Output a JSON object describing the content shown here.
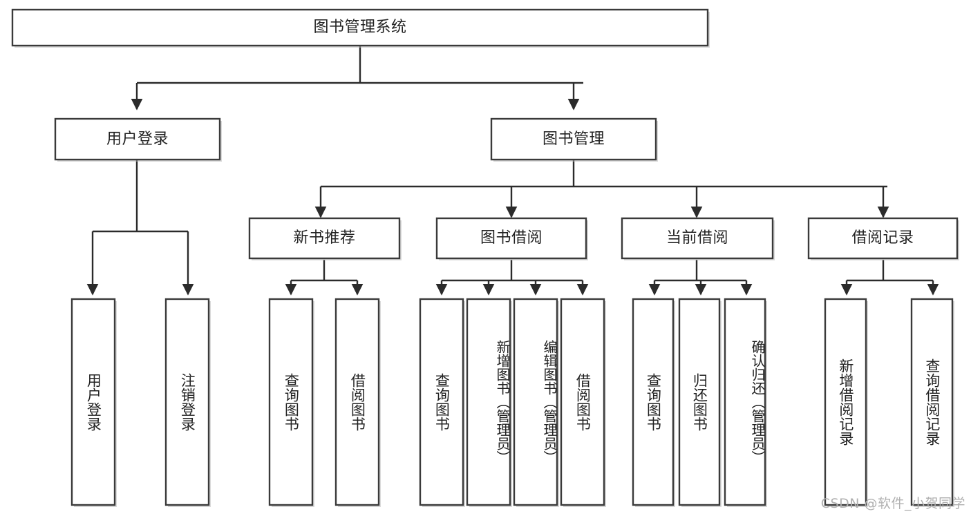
{
  "diagram": {
    "type": "tree-hierarchy",
    "title": "图书管理系统",
    "watermark": "CSDN @软件_小贺同学",
    "colors": {
      "box_fill": "#ffffff",
      "box_stroke": "#3a3a3a",
      "connector": "#2b2b2b",
      "text": "#222222",
      "watermark": "#b0b0b0",
      "background": "#ffffff"
    },
    "levels": {
      "root": "图书管理系统",
      "level2": [
        "用户登录",
        "图书管理"
      ],
      "level3": [
        "新书推荐",
        "图书借阅",
        "当前借阅",
        "借阅记录"
      ]
    },
    "nodes": {
      "root": {
        "label": "图书管理系统"
      },
      "user_login": {
        "label": "用户登录"
      },
      "book_manage": {
        "label": "图书管理"
      },
      "new_book_rec": {
        "label": "新书推荐"
      },
      "book_borrow": {
        "label": "图书借阅"
      },
      "current_borrow": {
        "label": "当前借阅"
      },
      "borrow_record": {
        "label": "借阅记录"
      }
    },
    "leaves": {
      "user_login": [
        {
          "label": "用户登录"
        },
        {
          "label": "注销登录"
        }
      ],
      "new_book_rec": [
        {
          "label": "查询图书"
        },
        {
          "label": "借阅图书"
        }
      ],
      "book_borrow": [
        {
          "label": "查询图书"
        },
        {
          "label": "新增图书（管理员）"
        },
        {
          "label": "编辑图书（管理员）"
        },
        {
          "label": "借阅图书"
        }
      ],
      "current_borrow": [
        {
          "label": "查询图书"
        },
        {
          "label": "归还图书"
        },
        {
          "label": "确认归还（管理员）"
        }
      ],
      "borrow_record": [
        {
          "label": "新增借阅记录"
        },
        {
          "label": "查询借阅记录"
        }
      ]
    }
  }
}
